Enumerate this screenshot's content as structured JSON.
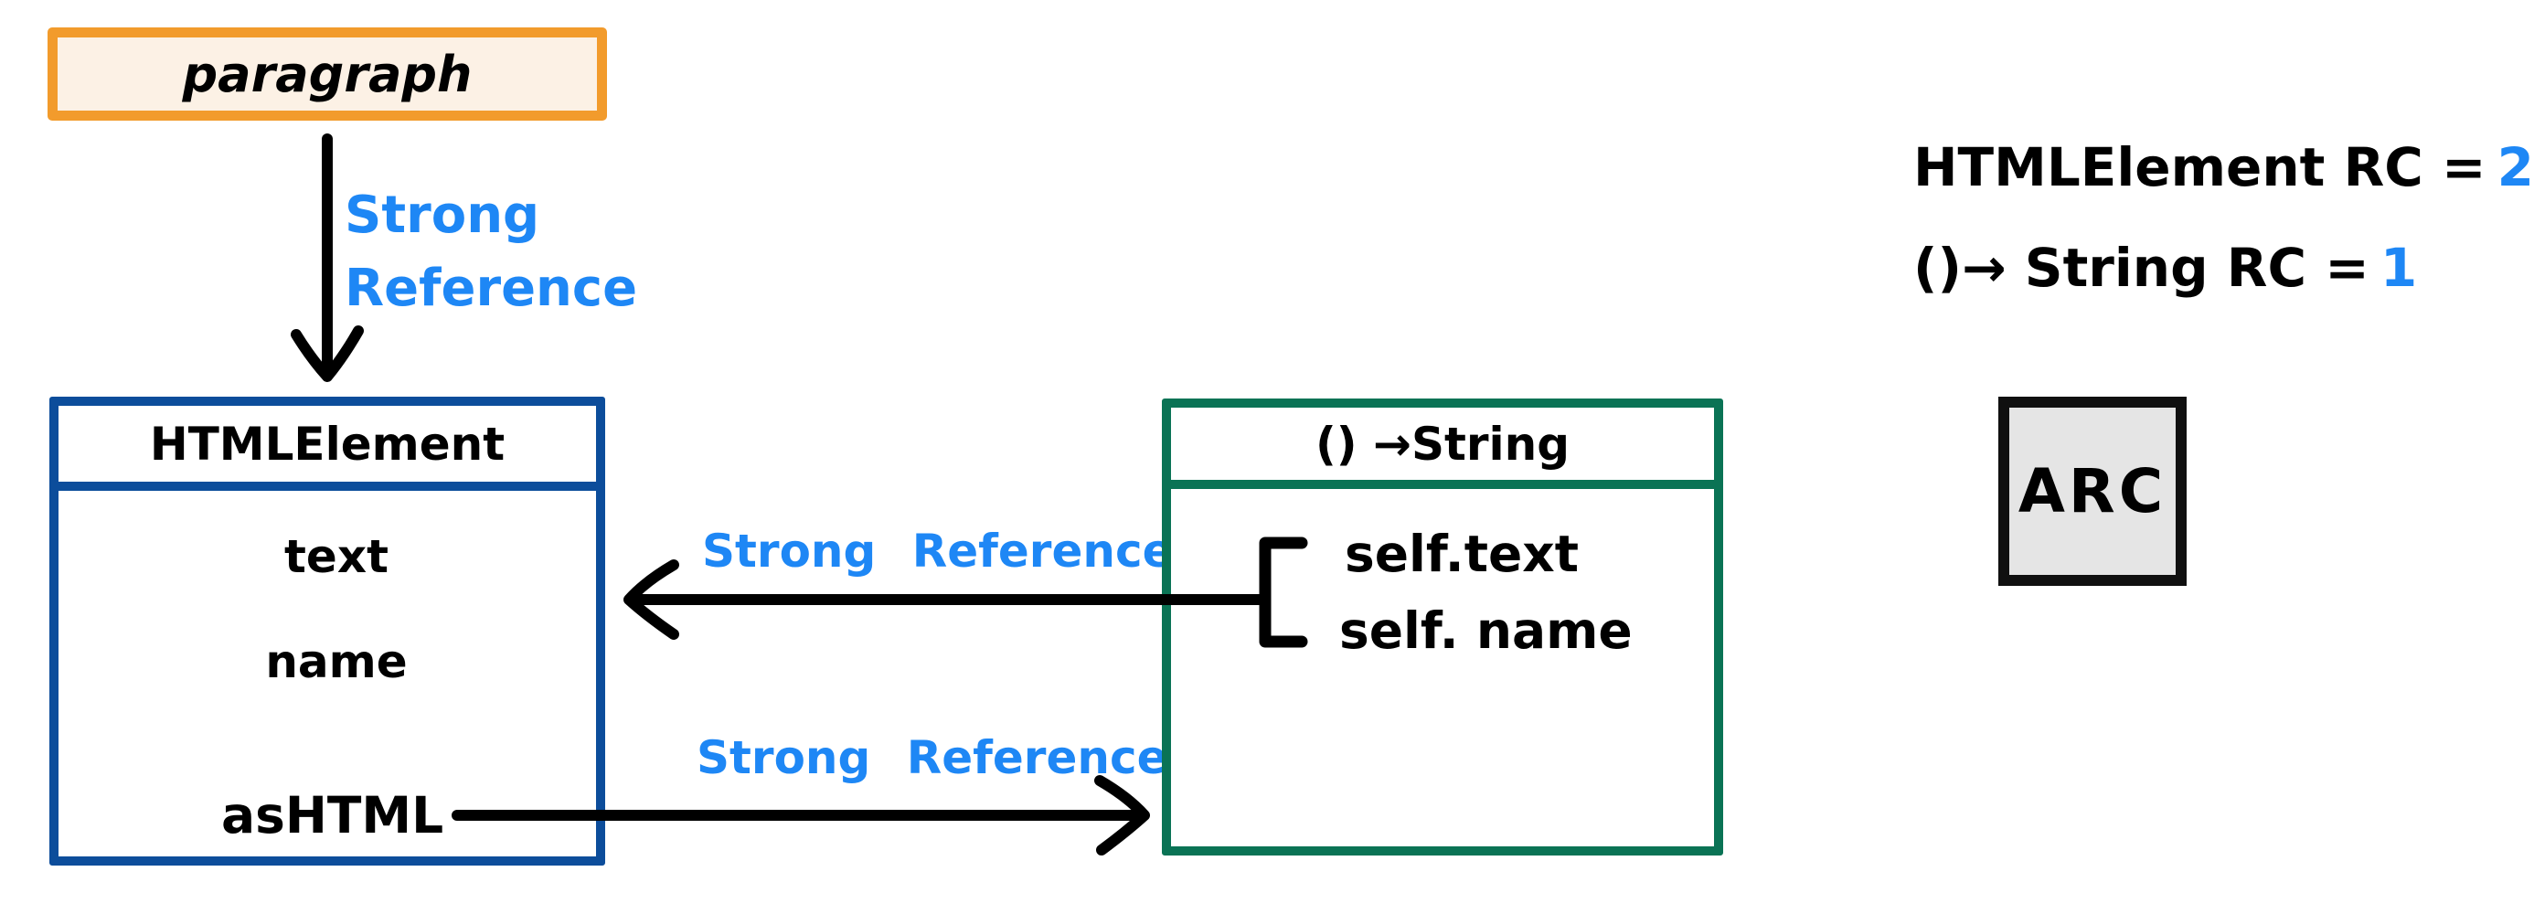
{
  "paragraph_box": {
    "label": "paragraph"
  },
  "strong_ref_top": {
    "line1": "Strong",
    "line2": "Reference"
  },
  "html_element_box": {
    "title": "HTMLElement",
    "field1": "text",
    "field2": "name",
    "method": "asHTML"
  },
  "strong_ref_middle": {
    "label": "Strong Reference"
  },
  "strong_ref_bottom": {
    "label": "Strong Reference"
  },
  "closure_box": {
    "title": "() →String",
    "capture1": "self.text",
    "capture2": "self. name"
  },
  "ref_counts": {
    "line1_label": "HTMLElement RC =",
    "line1_value": "2",
    "line2_label": "()→ String RC =",
    "line2_value": "1"
  },
  "arc_box": {
    "label": "ARC"
  },
  "colors": {
    "orange_border": "#F29B2C",
    "orange_fill": "#FCF1E5",
    "blue_border": "#0C4D9B",
    "green_border": "#0A7355",
    "handwriting_blue": "#1E87F5",
    "arc_fill": "#E5E5E5",
    "ink": "#000000"
  }
}
